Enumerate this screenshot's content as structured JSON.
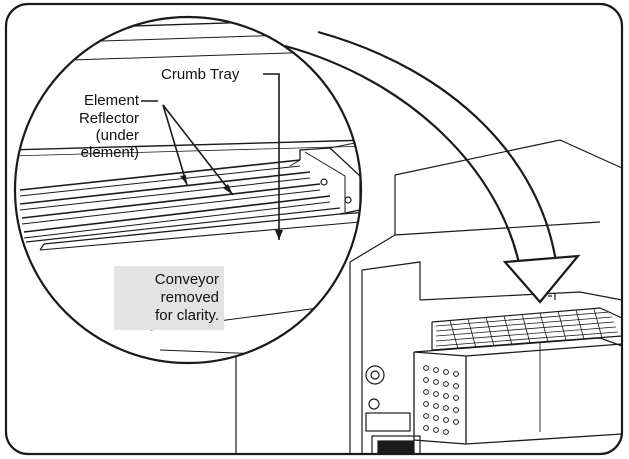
{
  "labels": {
    "crumb_tray": "Crumb Tray",
    "element": "Element",
    "reflector_line1": "Reflector",
    "reflector_line2": "(under",
    "reflector_line3": "element)",
    "note_line1": "Conveyor",
    "note_line2": "removed",
    "note_line3": "for clarity."
  },
  "colors": {
    "stroke": "#1a1a1a",
    "note_bg": "#e3e3e3",
    "background": "#ffffff"
  }
}
